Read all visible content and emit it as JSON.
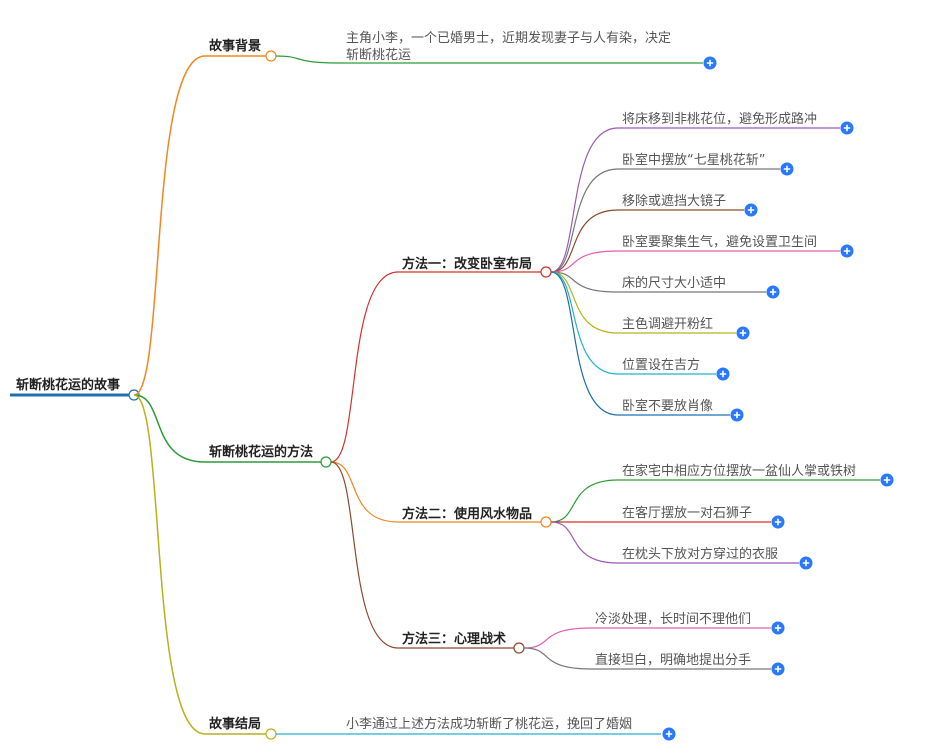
{
  "root": {
    "label": "斩断桃花运的故事",
    "color": "#1f6fb2"
  },
  "branches": {
    "background": {
      "label": "故事背景",
      "color": "#f0871f",
      "child": {
        "label": "主角小李，一个已婚男士，近期发现妻子与人有染，决定斩断桃花运",
        "line1": "主角小李，一个已婚男士，近期发现妻子与人有染，决定",
        "line2": "斩断桃花运",
        "color": "#2e9b38"
      }
    },
    "methods": {
      "label": "斩断桃花运的方法",
      "color": "#2e9b38",
      "m1": {
        "label": "方法一：改变卧室布局",
        "color": "#d4322c",
        "items": [
          {
            "label": "将床移到非桃花位，避免形成路冲",
            "color": "#9b59b6"
          },
          {
            "label": "卧室中摆放“七星桃花斩”",
            "color": "#777777"
          },
          {
            "label": "移除或遮挡大镜子",
            "color": "#8b4a2b"
          },
          {
            "label": "卧室要聚集生气，避免设置卫生间",
            "color": "#e05fb0"
          },
          {
            "label": "床的尺寸大小适中",
            "color": "#777777"
          },
          {
            "label": "主色调避开粉红",
            "color": "#b8b21a"
          },
          {
            "label": "位置设在吉方",
            "color": "#22b5c9"
          },
          {
            "label": "卧室不要放肖像",
            "color": "#1f6fb2"
          }
        ]
      },
      "m2": {
        "label": "方法二：使用风水物品",
        "color": "#f0871f",
        "items": [
          {
            "label": "在家宅中相应方位摆放一盆仙人掌或铁树",
            "color": "#2e9b38"
          },
          {
            "label": "在客厅摆放一对石狮子",
            "color": "#d4322c"
          },
          {
            "label": "在枕头下放对方穿过的衣服",
            "color": "#9b59b6"
          }
        ]
      },
      "m3": {
        "label": "方法三：心理战术",
        "color": "#8b4a2b",
        "items": [
          {
            "label": "冷淡处理，长时间不理他们",
            "color": "#e05fb0"
          },
          {
            "label": "直接坦白，明确地提出分手",
            "color": "#777777"
          }
        ]
      }
    },
    "ending": {
      "label": "故事结局",
      "color": "#b8b21a",
      "child": {
        "label": "小李通过上述方法成功斩断了桃花运，挽回了婚姻",
        "color": "#22b5c9"
      }
    }
  },
  "expand_icon": "plus-circle-icon",
  "accent": "#2979ff"
}
